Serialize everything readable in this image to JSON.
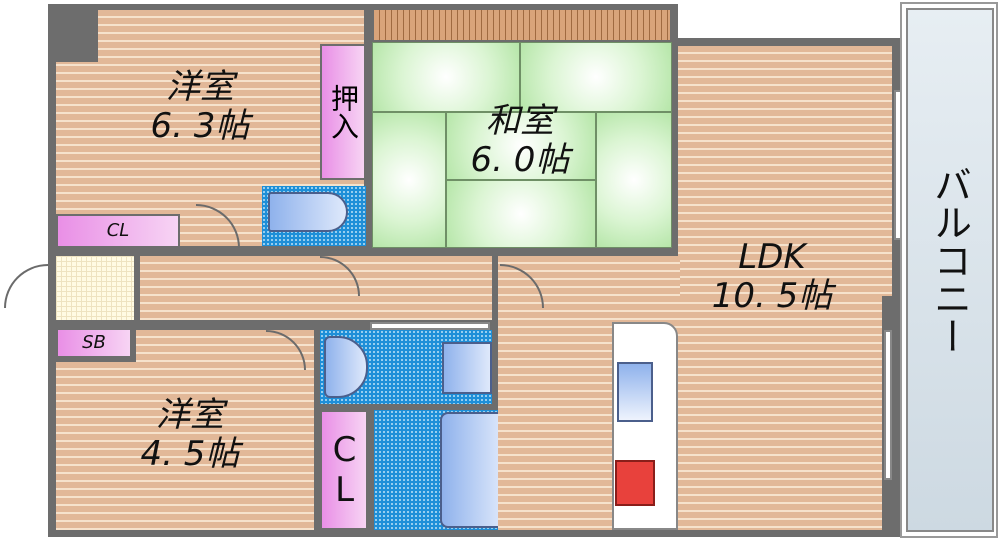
{
  "floorplan": {
    "rooms": [
      {
        "id": "western-room-1",
        "name": "洋室",
        "size": "6. 3帖"
      },
      {
        "id": "japanese-room",
        "name": "和室",
        "size": "6. 0帖"
      },
      {
        "id": "ldk",
        "name": "LDK",
        "size": "10. 5帖"
      },
      {
        "id": "western-room-2",
        "name": "洋室",
        "size": "4. 5帖"
      }
    ],
    "storage": {
      "oshiire": "押入",
      "cl_top": "CL",
      "sb": "SB",
      "cl_bottom": "CL"
    },
    "balcony": "バルコニー",
    "colors": {
      "wall": "#6d6d6d",
      "wood_floor": "#e2b898",
      "tatami": "#c8eebd",
      "closet": "#e98fe6",
      "wet_area_tile": "#1e8fd8",
      "stove": "#e8413c",
      "balcony": "#d8e3ea"
    }
  }
}
